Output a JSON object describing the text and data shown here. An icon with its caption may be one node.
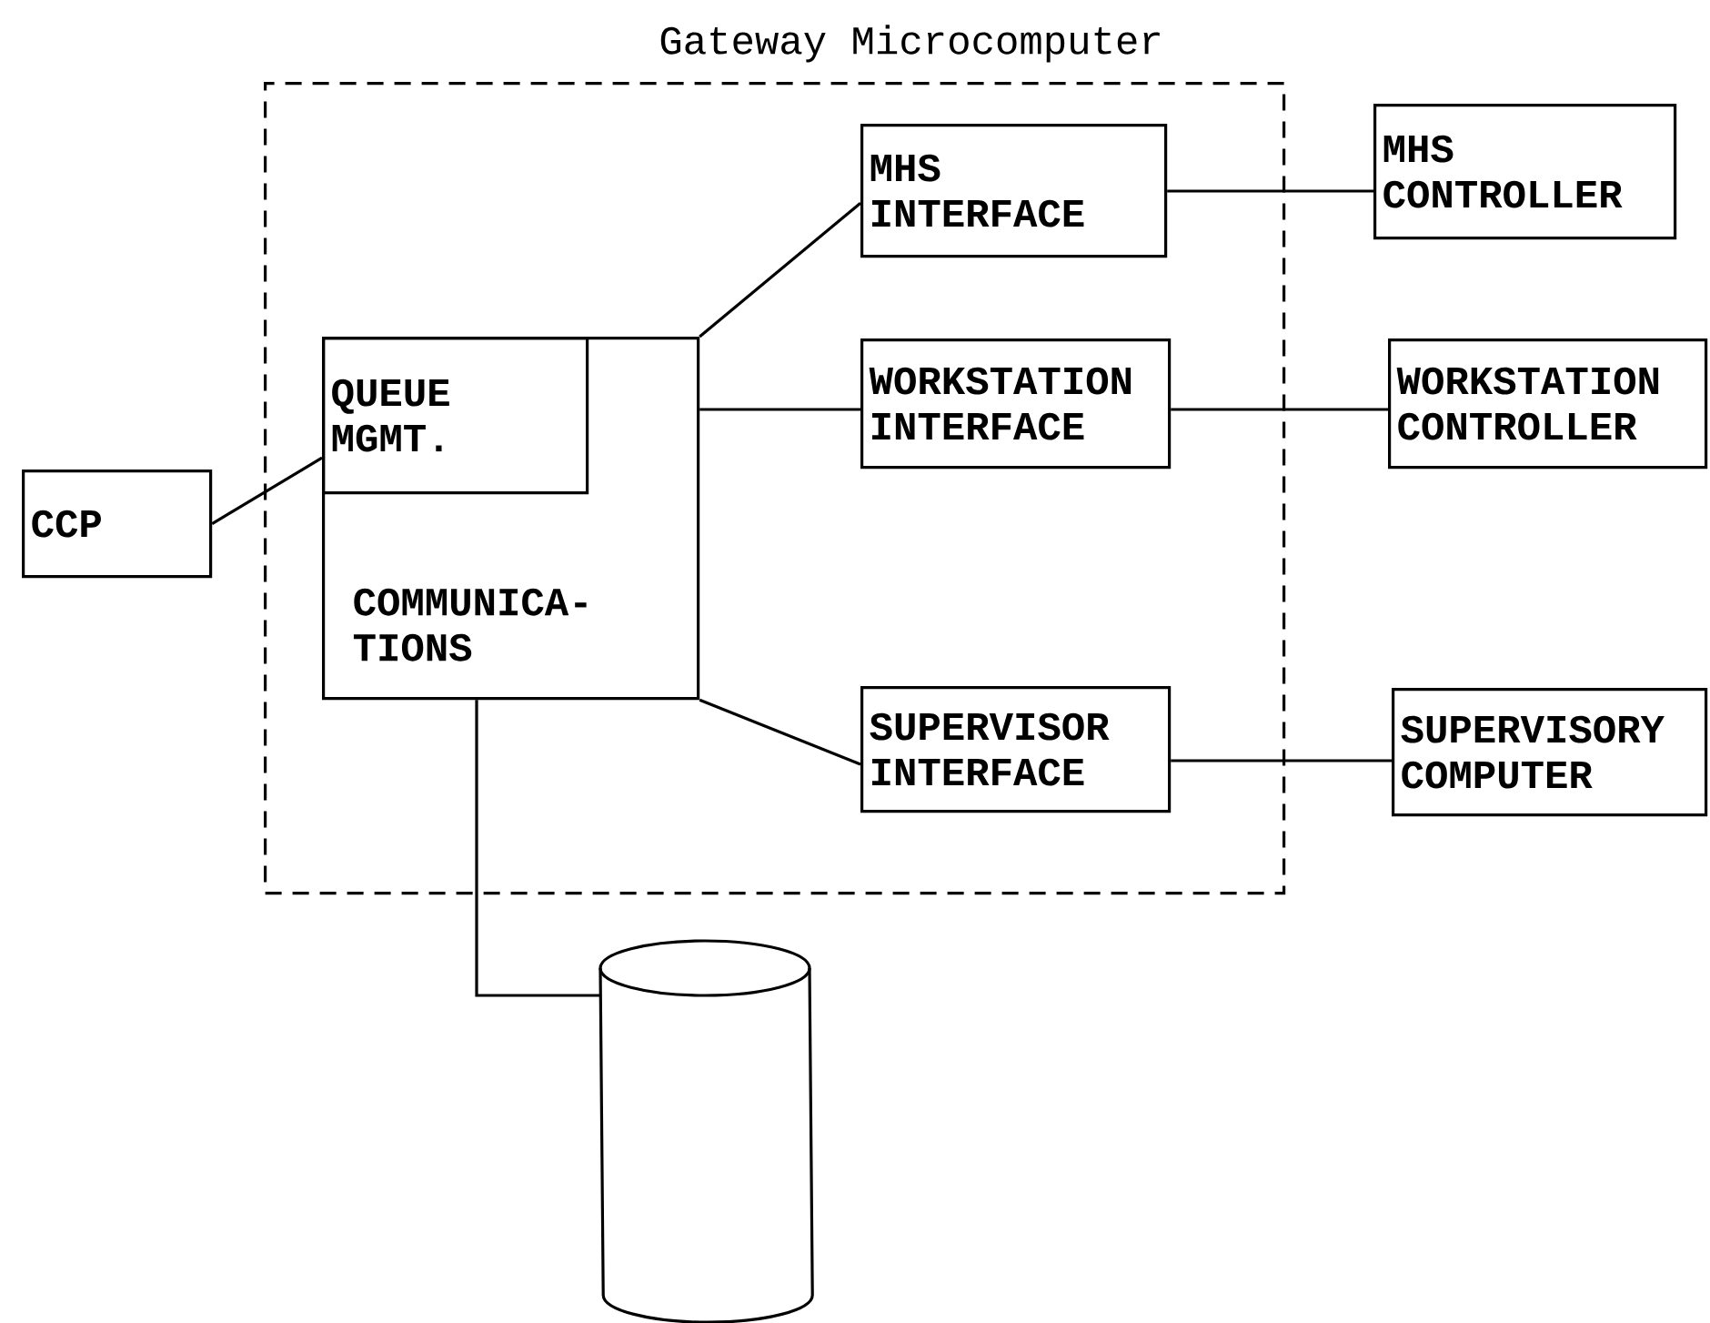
{
  "diagram": {
    "nodes": [
      {
        "text": [
          "Gateway Microcomputer"
        ]
      },
      {
        "text": [
          "COMMUNICA- TIONS"
        ],
        "in": 0
      },
      {
        "text": [
          "QUEUE MGMT."
        ],
        "in": 1
      },
      {
        "text": [
          "MHS INTERFACE"
        ],
        "in": 0
      },
      {
        "text": [
          "WORKSTATION INTERFACE"
        ],
        "in": 0
      },
      {
        "text": [
          "SUPERVISOR INTERFACE"
        ],
        "in": 0
      },
      {
        "text": [
          "CCP"
        ]
      },
      {
        "text": [
          "MHS CONTROLLER"
        ]
      },
      {
        "text": [
          "WORKSTATION CONTROLLER"
        ]
      },
      {
        "text": [
          "SUPERVISORY COMPUTER"
        ]
      },
      {
        "text": [],
        "shape": "cylinder"
      }
    ],
    "edges": [
      {
        "from": 6,
        "to": 2,
        "arrow": "none"
      },
      {
        "from": 1,
        "to": 3,
        "arrow": "none"
      },
      {
        "from": 1,
        "to": 4,
        "arrow": "none"
      },
      {
        "from": 1,
        "to": 5,
        "arrow": "none"
      },
      {
        "from": 3,
        "to": 7,
        "arrow": "none"
      },
      {
        "from": 4,
        "to": 8,
        "arrow": "none"
      },
      {
        "from": 5,
        "to": 9,
        "arrow": "none"
      },
      {
        "from": 1,
        "to": 10,
        "arrow": "none"
      }
    ]
  }
}
